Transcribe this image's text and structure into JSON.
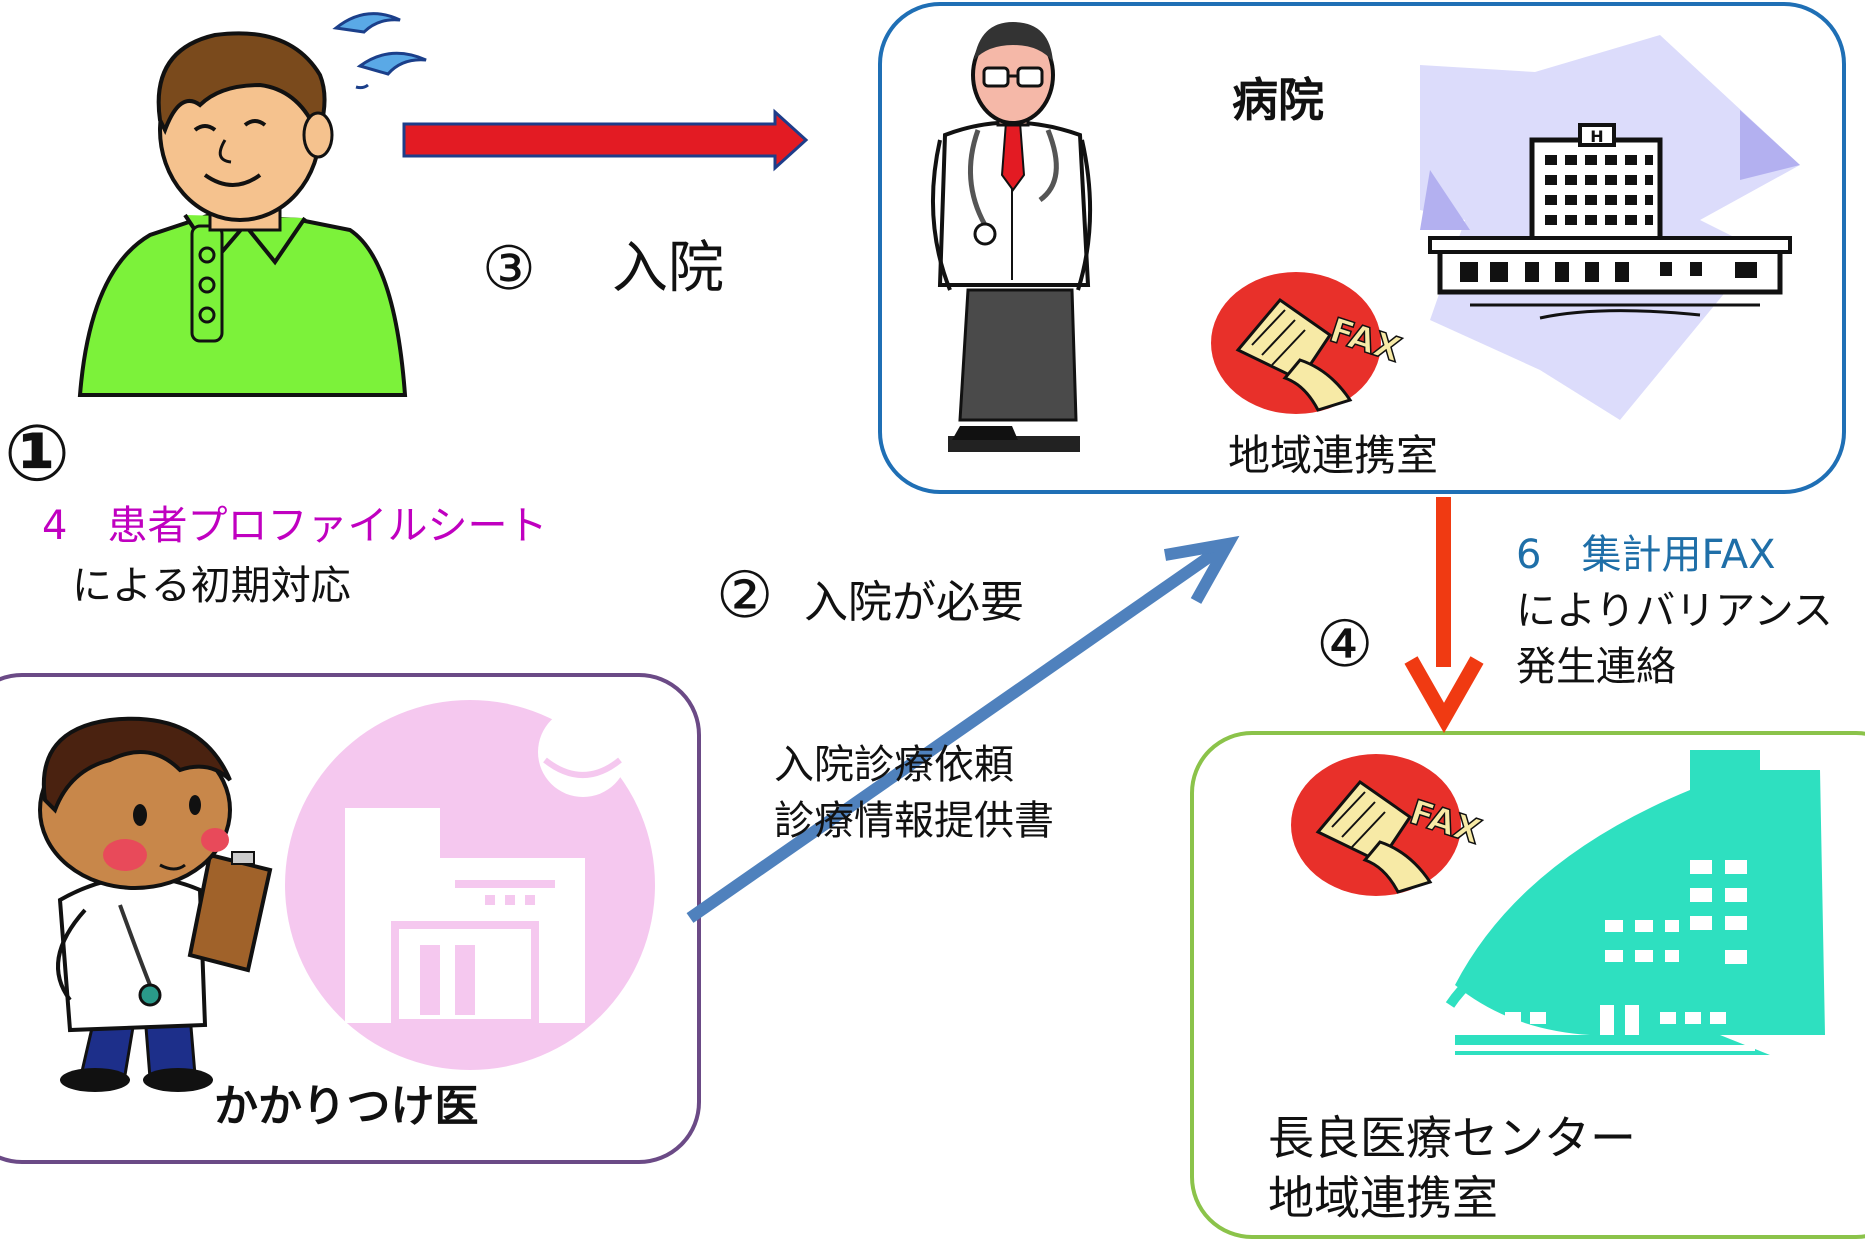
{
  "steps": {
    "step1": "①",
    "step2": "②",
    "step3": "③",
    "step4": "④"
  },
  "labels": {
    "admission": "入院",
    "admission_needed": "入院が必要",
    "referral_line1": "入院診療依頼",
    "referral_line2": "診療情報提供書",
    "profile_sheet": "4　患者プロファイルシート",
    "initial_response": "による初期対応",
    "tally_fax": "6　集計用FAX",
    "variance_line1": "によりバリアンス",
    "variance_line2": "発生連絡"
  },
  "hospital": {
    "title": "病院",
    "room": "地域連携室"
  },
  "clinic": {
    "title": "かかりつけ医"
  },
  "center": {
    "line1": "長良医療センター",
    "line2": "地域連携室"
  },
  "icons": {
    "fax_text": "FAX",
    "building_sign": "H"
  },
  "colors": {
    "hospital_border": "#1f6fb5",
    "clinic_border": "#6b4a86",
    "center_border": "#8bc34a",
    "red_arrow": "#e31b23",
    "blue_arrow": "#4f81bd",
    "magenta_text": "#c000c0",
    "teal_text": "#1f6fa8",
    "patient_shirt": "#7cf23a",
    "center_building": "#2ee0c0",
    "clinic_building_bg": "#f5c8ef"
  }
}
